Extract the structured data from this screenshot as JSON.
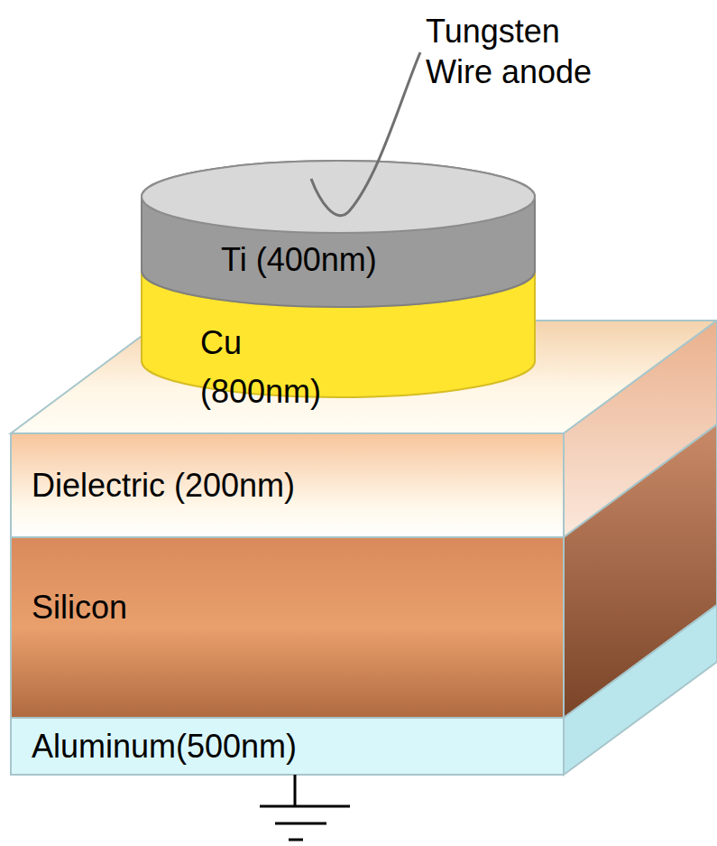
{
  "diagram": {
    "nodes": [
      {
        "text": [
          "Ti (400nm)"
        ]
      },
      {
        "text": [
          "Cu (800nm)"
        ]
      },
      {
        "text": [
          "Dielectric (200nm)"
        ]
      },
      {
        "text": [
          "Silicon"
        ]
      },
      {
        "text": [
          "Aluminum(500nm)"
        ]
      }
    ],
    "labels": [
      "Tungsten Wire anode"
    ]
  }
}
